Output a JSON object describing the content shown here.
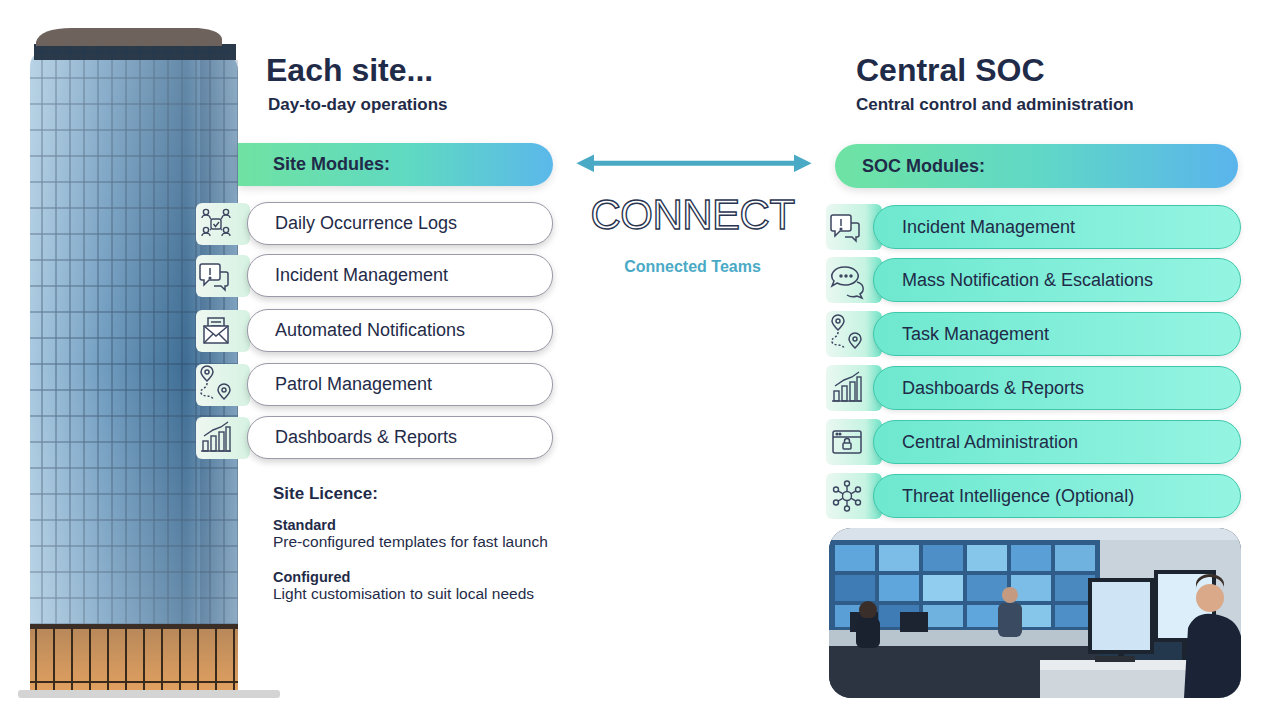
{
  "diagram": {
    "nodes": [
      {
        "text": [
          "Site Modules:"
        ]
      },
      {
        "text": [
          "Daily Occurrence Logs"
        ]
      },
      {
        "text": [
          "Incident Management"
        ]
      },
      {
        "text": [
          "Automated Notifications"
        ]
      },
      {
        "text": [
          "Patrol Management"
        ]
      },
      {
        "text": [
          "Dashboards & Reports"
        ]
      },
      {
        "text": [
          "SOC Modules:"
        ]
      },
      {
        "text": [
          "Incident Management"
        ]
      },
      {
        "text": [
          "Mass Notification & Escalations"
        ]
      },
      {
        "text": [
          "Task Management"
        ]
      },
      {
        "text": [
          "Dashboards & Reports"
        ]
      },
      {
        "text": [
          "Central Administration"
        ]
      },
      {
        "text": [
          "Threat Intelligence (Optional)"
        ]
      }
    ],
    "edges": [
      {
        "from": 0,
        "to": 6,
        "arrow": "both"
      }
    ],
    "labels": [
      "Each site...",
      "Day-to-day operations",
      "Site Licence:",
      "Standard",
      "Pre-configured templates for fast launch",
      "Configured",
      "Light customisation to suit local needs",
      "CONNECT",
      "Connected Teams",
      "Central SOC",
      "Central control and administration"
    ]
  }
}
